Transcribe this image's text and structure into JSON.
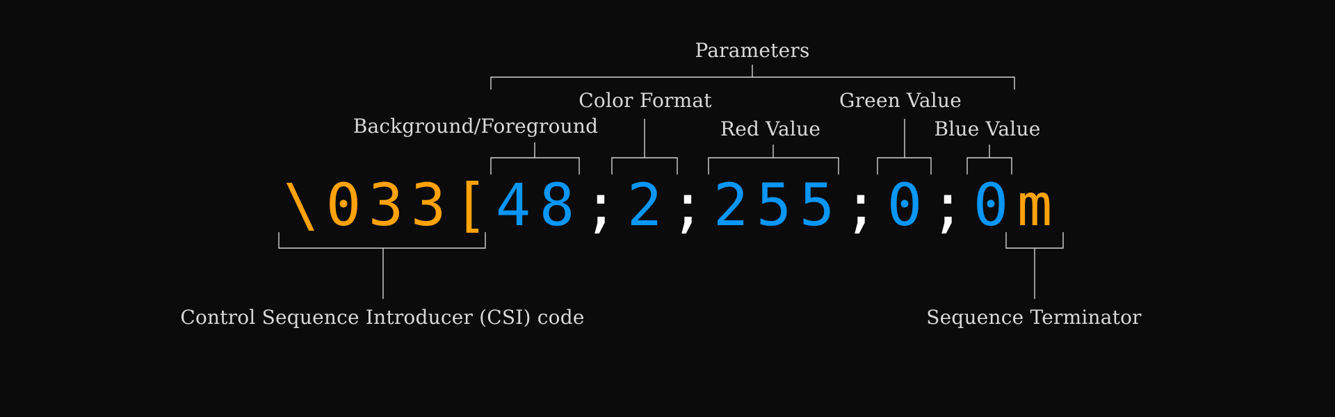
{
  "colors": {
    "background": "#0b0b0b",
    "csi": "#ffa20c",
    "parameter": "#0a96f5",
    "separator": "#ffffff",
    "terminator": "#ffa20c",
    "label": "#d9d9d9",
    "bracket": "#d4d4d4"
  },
  "sequence": {
    "csi": [
      "\\",
      "0",
      "3",
      "3",
      "["
    ],
    "params": [
      "4",
      "8",
      ";",
      "2",
      ";",
      "2",
      "5",
      "5",
      ";",
      "0",
      ";",
      "0"
    ],
    "terminator": "m"
  },
  "labels": {
    "parameters": "Parameters",
    "background_foreground": "Background/Foreground",
    "color_format": "Color Format",
    "red_value": "Red Value",
    "green_value": "Green Value",
    "blue_value": "Blue Value",
    "csi_code": "Control Sequence Introducer (CSI) code",
    "sequence_terminator": "Sequence Terminator"
  }
}
